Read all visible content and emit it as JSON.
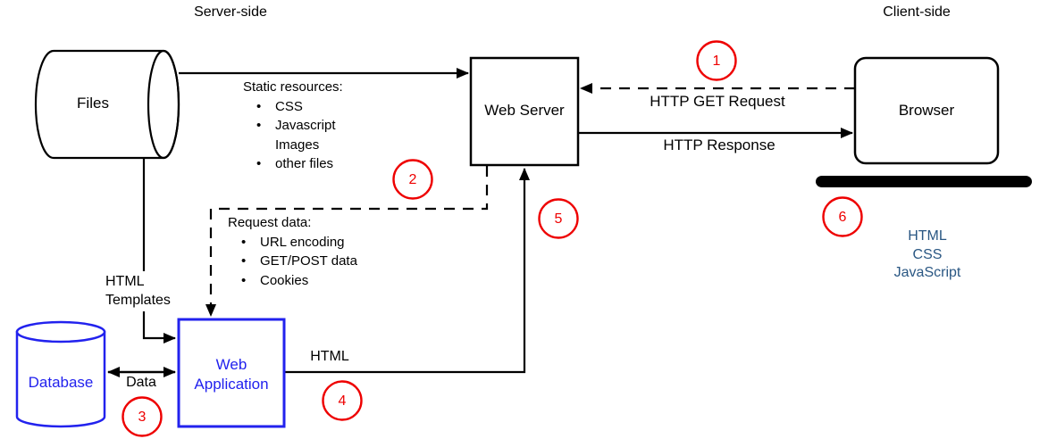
{
  "regions": {
    "server": "Server-side",
    "client": "Client-side"
  },
  "nodes": {
    "files": "Files",
    "web_server": "Web Server",
    "browser": "Browser",
    "database": "Database",
    "web_application": "Web\nApplication"
  },
  "edges": {
    "static_resources": {
      "title": "Static resources:",
      "item1": "CSS",
      "item2": "Javascript",
      "item2_cont": "Images",
      "item3": "other files"
    },
    "request_data": {
      "title": "Request data:",
      "item1": "URL encoding",
      "item2": "GET/POST data",
      "item3": "Cookies"
    },
    "http_get_request": "HTTP GET Request",
    "http_response": "HTTP Response",
    "html_templates": "HTML\nTemplates",
    "data": "Data",
    "html": "HTML"
  },
  "client_output": "HTML\nCSS\nJavaScript",
  "steps": [
    "1",
    "2",
    "3",
    "4",
    "5",
    "6"
  ],
  "colors": {
    "node_blue": "#2222ee",
    "client_text_blue": "#2a5783",
    "step_red": "#ee0000",
    "line_black": "#000000"
  }
}
